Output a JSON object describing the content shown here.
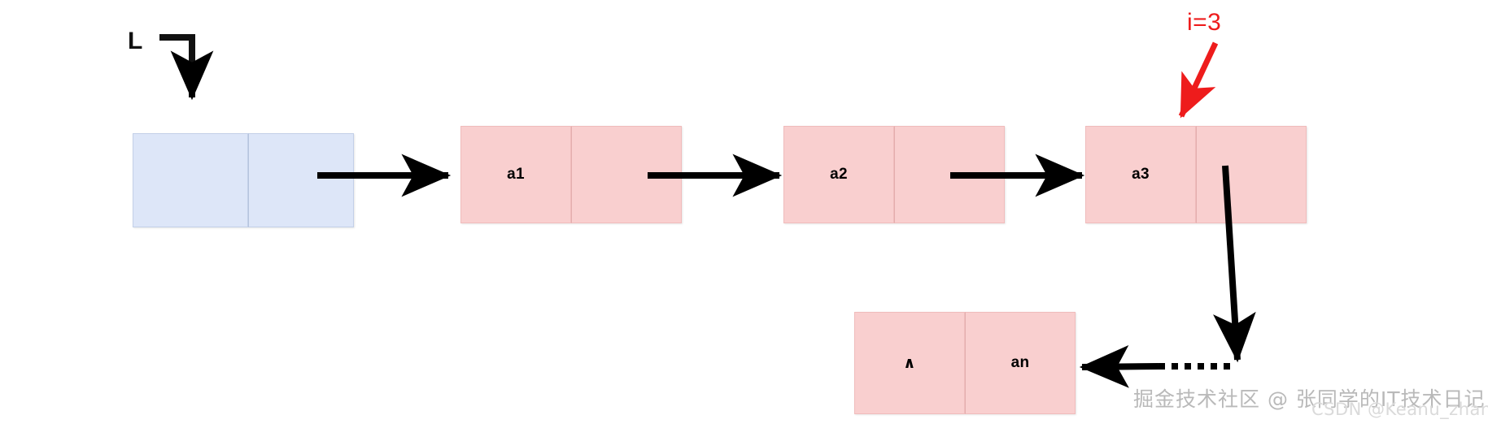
{
  "diagram": {
    "title_text": "",
    "background": "#ffffff",
    "head_pointer": {
      "label": "L",
      "note": "pointer label with elbow arrow into head node"
    },
    "annotation": {
      "text": "i=3",
      "color": "#ee1c1c",
      "points_to": "a3"
    },
    "nodes": [
      {
        "id": "head",
        "kind": "head",
        "fill": "#dde6f8",
        "data_cell": "",
        "next_cell": ""
      },
      {
        "id": "n1",
        "kind": "data",
        "fill": "#f9cfcf",
        "data_cell": "a1",
        "next_cell": ""
      },
      {
        "id": "n2",
        "kind": "data",
        "fill": "#f9cfcf",
        "data_cell": "a2",
        "next_cell": ""
      },
      {
        "id": "n3",
        "kind": "data",
        "fill": "#f9cfcf",
        "data_cell": "a3",
        "next_cell": ""
      },
      {
        "id": "nlast",
        "kind": "data",
        "fill": "#f9cfcf",
        "data_cell": "∧",
        "next_cell": "an"
      }
    ],
    "ellipsis": "· · · · · ·",
    "arrow_color": "#000000"
  },
  "watermark": {
    "primary": "掘金技术社区 @ 张同学的IT技术日记",
    "secondary": "CSDN @Keanu_zhang"
  }
}
